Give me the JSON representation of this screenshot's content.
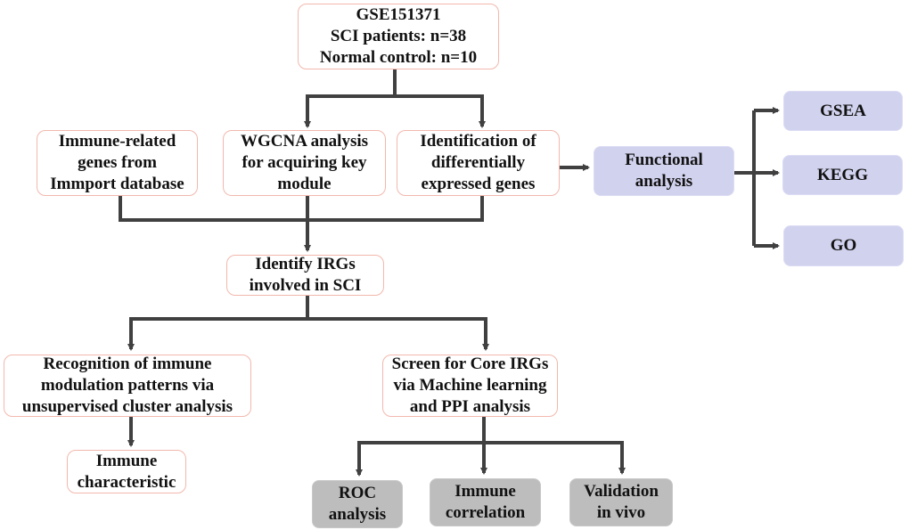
{
  "diagram": {
    "nodes": {
      "dataset": "GSE151371\nSCI patients: n=38\nNormal control: n=10",
      "immune_genes": "Immune-related\ngenes from\nImmport database",
      "wgcna": "WGCNA analysis\nfor acquiring key\nmodule",
      "deg": "Identification of\ndifferentially\nexpressed genes",
      "functional": "Functional\nanalysis",
      "gsea": "GSEA",
      "kegg": "KEGG",
      "go": "GO",
      "identify_irgs": "Identify IRGs\ninvolved in SCI",
      "recognition": "Recognition of immune\nmodulation patterns via\nunsupervised cluster analysis",
      "screen": "Screen for Core IRGs\nvia Machine learning\nand PPI analysis",
      "immune_char": "Immune\ncharacteristic",
      "roc": "ROC\nanalysis",
      "immune_corr": "Immune\ncorrelation",
      "validation": "Validation\nin vivo"
    },
    "colors": {
      "pink_border": "#f2b8ad",
      "blue_fill": "#d1d2ee",
      "gray_fill": "#bdbdbd",
      "connector": "#404040"
    }
  }
}
